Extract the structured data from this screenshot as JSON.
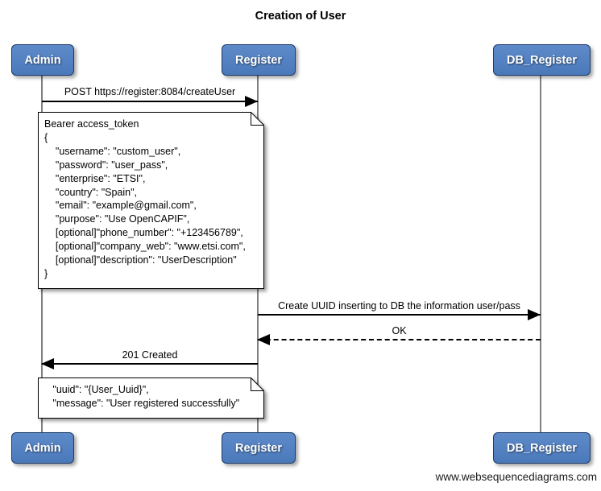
{
  "title": "Creation of User",
  "actors": [
    {
      "label": "Admin"
    },
    {
      "label": "Register"
    },
    {
      "label": "DB_Register"
    }
  ],
  "messages": [
    {
      "label": "POST https://register:8084/createUser",
      "from": "Admin",
      "to": "Register",
      "line": "solid"
    },
    {
      "label": "Create UUID inserting to DB the information user/pass",
      "from": "Register",
      "to": "DB_Register",
      "line": "solid"
    },
    {
      "label": "OK",
      "from": "DB_Register",
      "to": "Register",
      "line": "dashed"
    },
    {
      "label": "201 Created",
      "from": "Register",
      "to": "Admin",
      "line": "solid"
    }
  ],
  "notes": [
    {
      "lines": [
        "Bearer access_token",
        "{",
        "    \"username\": \"custom_user\",",
        "    \"password\": \"user_pass\",",
        "    \"enterprise\": \"ETSI\",",
        "    \"country\": \"Spain\",",
        "    \"email\": \"example@gmail.com\",",
        "    \"purpose\": \"Use OpenCAPIF\",",
        "    [optional]\"phone_number\": \"+123456789\",",
        "    [optional]\"company_web\": \"www.etsi.com\",",
        "    [optional]\"description\": \"UserDescription\"",
        "}"
      ]
    },
    {
      "lines": [
        "   \"uuid\": \"{User_Uuid}\",",
        "   \"message\": \"User registered successfully\""
      ]
    }
  ],
  "footer": "www.websequencediagrams.com",
  "colors": {
    "actor_fill_top": "#5e8ac9",
    "actor_fill_bottom": "#4a79ba",
    "actor_border": "#1d3a66",
    "lifeline": "#808080",
    "arrow": "#000000",
    "note_bg": "#ffffff",
    "note_border": "#000000"
  }
}
